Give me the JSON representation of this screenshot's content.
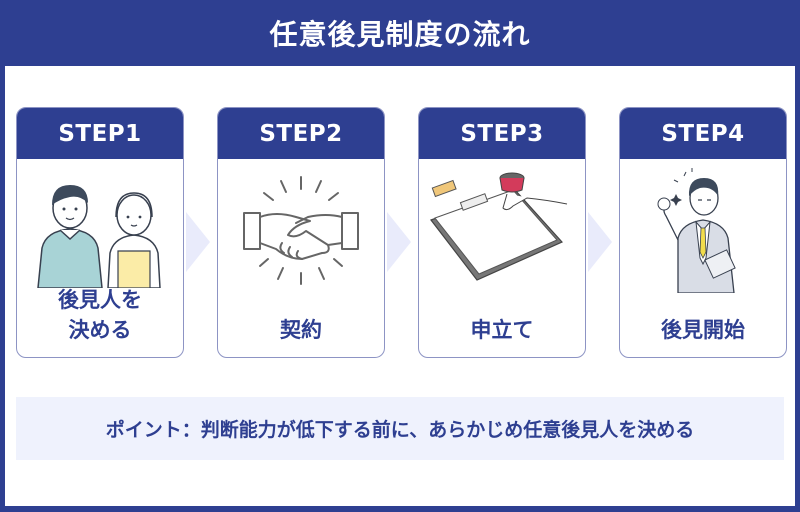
{
  "header": {
    "title": "任意後見制度の流れ"
  },
  "steps": [
    {
      "label": "STEP1",
      "text_line1": "後見人を",
      "text_line2": "決める",
      "illustration": "two-people-icon"
    },
    {
      "label": "STEP2",
      "text_line1": "契約",
      "text_line2": "",
      "illustration": "handshake-icon"
    },
    {
      "label": "STEP3",
      "text_line1": "申立て",
      "text_line2": "",
      "illustration": "clipboard-stamp-icon"
    },
    {
      "label": "STEP4",
      "text_line1": "後見開始",
      "text_line2": "",
      "illustration": "businessman-ok-icon"
    }
  ],
  "point": {
    "text": "ポイント：判断能力が低下する前に、あらかじめ任意後見人を決める"
  },
  "colors": {
    "primary": "#2e3f91",
    "arrow": "#e9ebfb",
    "point_bg": "#eff2fd"
  }
}
